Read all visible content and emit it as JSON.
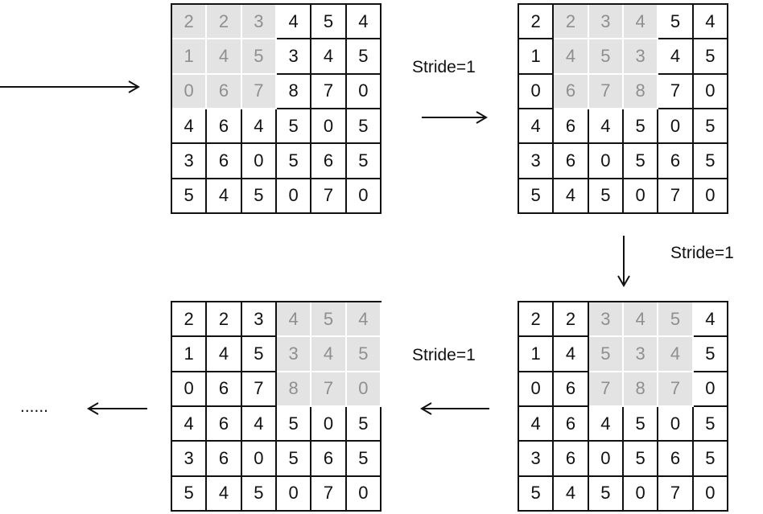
{
  "matrix": [
    [
      "2",
      "2",
      "3",
      "4",
      "5",
      "4"
    ],
    [
      "1",
      "4",
      "5",
      "3",
      "4",
      "5"
    ],
    [
      "0",
      "6",
      "7",
      "8",
      "7",
      "0"
    ],
    [
      "4",
      "6",
      "4",
      "5",
      "0",
      "5"
    ],
    [
      "3",
      "6",
      "0",
      "5",
      "6",
      "5"
    ],
    [
      "5",
      "4",
      "5",
      "0",
      "7",
      "0"
    ]
  ],
  "steps": [
    {
      "highlight_cols": [
        0,
        1,
        2
      ]
    },
    {
      "highlight_cols": [
        1,
        2,
        3
      ]
    },
    {
      "highlight_cols": [
        2,
        3,
        4
      ]
    },
    {
      "highlight_cols": [
        3,
        4,
        5
      ]
    }
  ],
  "labels": {
    "stride_1": "Stride=1",
    "stride_2": "Stride=1",
    "stride_3": "Stride=1",
    "ellipsis": "......"
  },
  "colors": {
    "window_fill": "#e3e3e3",
    "window_text": "#8f8f8f",
    "line": "#111111"
  }
}
